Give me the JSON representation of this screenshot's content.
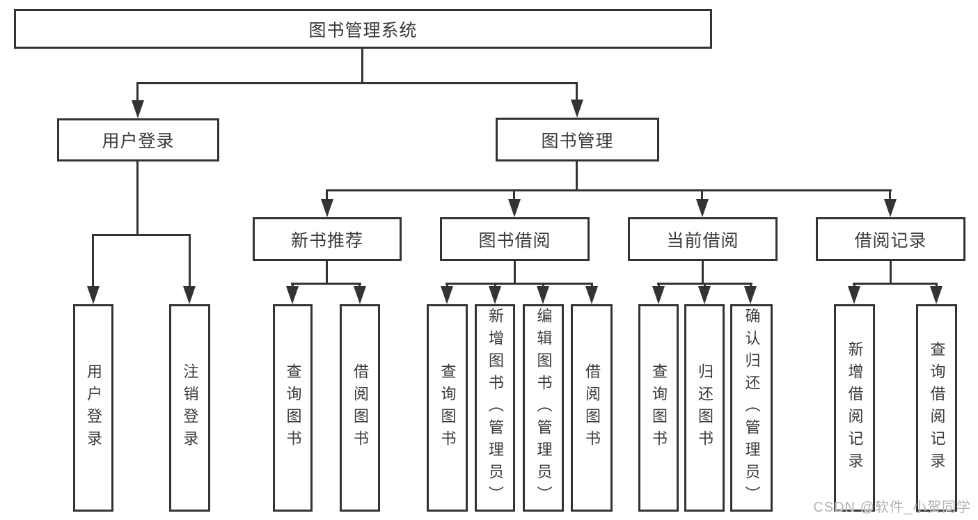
{
  "colors": {
    "line": "#333333",
    "text": "#3a3a3a",
    "watermark": "#b3b3b3",
    "background": "#ffffff"
  },
  "diagram": {
    "root": {
      "label": "图书管理系统"
    },
    "level2": {
      "user_login": {
        "label": "用户登录"
      },
      "book_mgmt": {
        "label": "图书管理"
      }
    },
    "level3": {
      "new_book": {
        "label": "新书推荐"
      },
      "book_borrow": {
        "label": "图书借阅"
      },
      "current_borrow": {
        "label": "当前借阅"
      },
      "borrow_record": {
        "label": "借阅记录"
      }
    },
    "leaves": {
      "user_login": {
        "label": "用户登录"
      },
      "logout": {
        "label": "注销登录"
      },
      "newbook_query": {
        "label": "查询图书"
      },
      "newbook_borrow": {
        "label": "借阅图书"
      },
      "borrow_query": {
        "label": "查询图书"
      },
      "borrow_add": {
        "label": "新增图书（管理员）"
      },
      "borrow_edit": {
        "label": "编辑图书（管理员）"
      },
      "borrow_borrow": {
        "label": "借阅图书"
      },
      "current_query": {
        "label": "查询图书"
      },
      "current_return": {
        "label": "归还图书"
      },
      "current_confirm": {
        "label": "确认归还（管理员）"
      },
      "record_add": {
        "label": "新增借阅记录"
      },
      "record_query": {
        "label": "查询借阅记录"
      }
    }
  },
  "watermark": {
    "text": "CSDN @软件_小贺同学"
  }
}
